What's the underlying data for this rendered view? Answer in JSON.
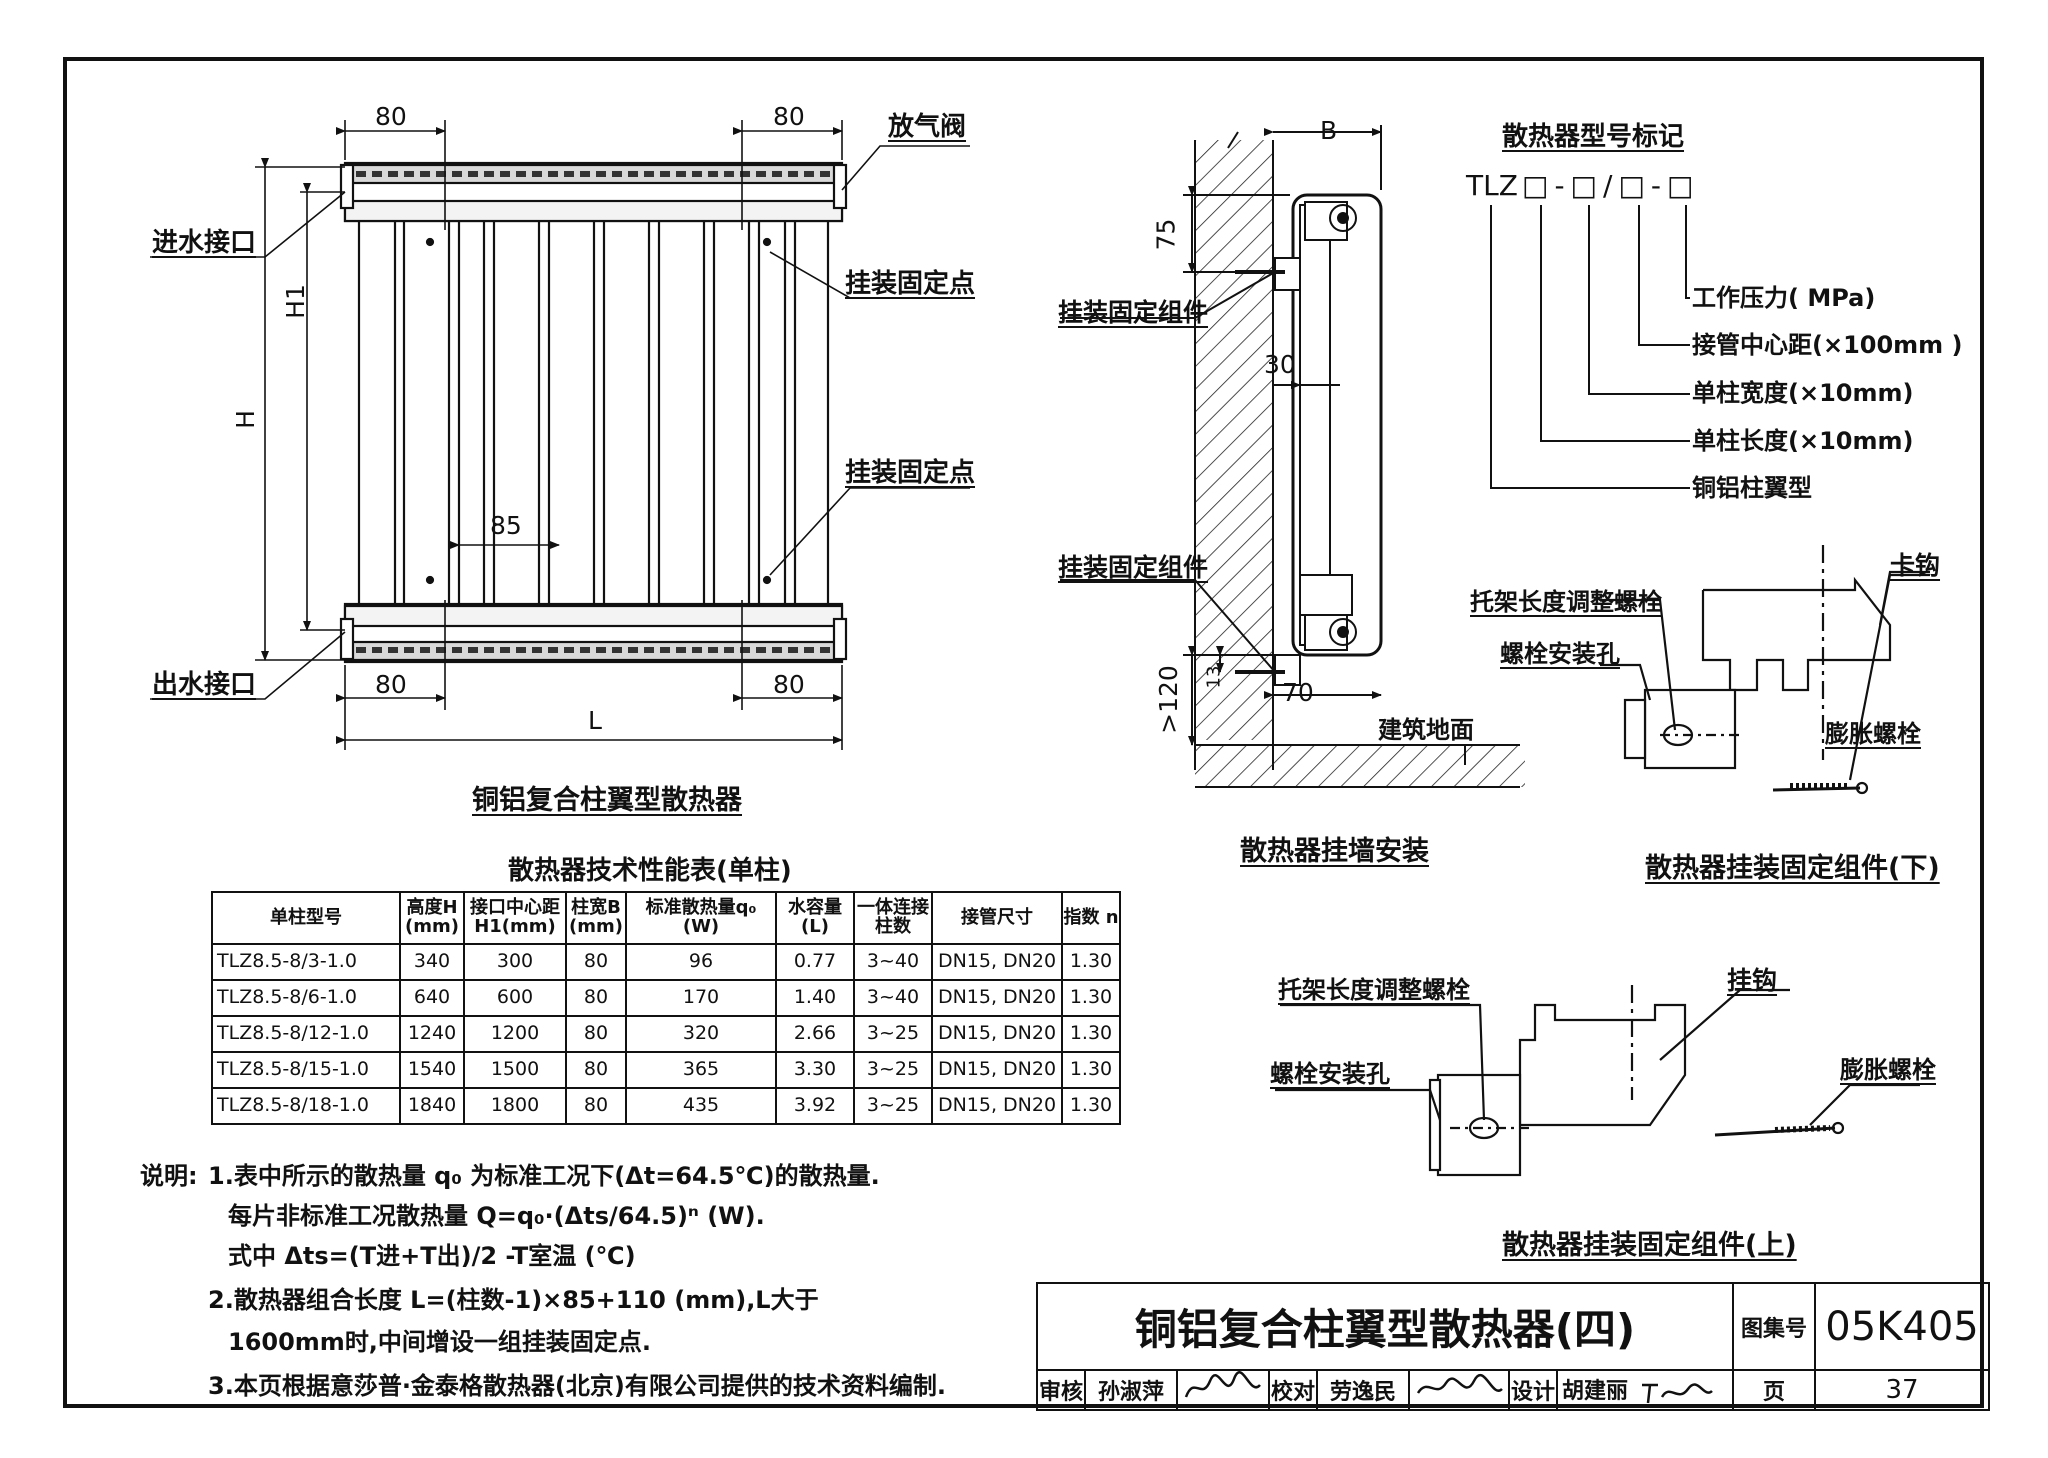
{
  "radiator_front": {
    "dim_top_left": "80",
    "dim_top_right": "80",
    "dim_bottom_left": "80",
    "dim_bottom_right": "80",
    "dim_pitch": "85",
    "dim_H1": "H1",
    "dim_H": "H",
    "dim_L": "L",
    "label_air_valve": "放气阀",
    "label_inlet": "进水接口",
    "label_outlet": "出水接口",
    "label_mount_point_upper": "挂装固定点",
    "label_mount_point_lower": "挂装固定点",
    "caption": "铜铝复合柱翼型散热器"
  },
  "wall_install": {
    "dim_B": "B",
    "dim_75": "75",
    "dim_30": "30",
    "dim_70": "70",
    "dim_13": "13",
    "dim_120": ">120",
    "label_mount_assembly_upper": "挂装固定组件",
    "label_mount_assembly_lower": "挂装固定组件",
    "label_floor": "建筑地面",
    "caption": "散热器挂墙安装"
  },
  "model_code": {
    "title": "散热器型号标记",
    "prefix": "TLZ",
    "placeholder": "□-□/□-□",
    "items": [
      "工作压力( MPa)",
      "接管中心距(×100mm )",
      "单柱宽度(×10mm)",
      "单柱长度(×10mm)",
      "铜铝柱翼型"
    ]
  },
  "bracket_lower": {
    "label_hook": "卡钩",
    "label_adjust_bolt": "托架长度调整螺栓",
    "label_bolt_hole": "螺栓安装孔",
    "label_expansion_bolt": "膨胀螺栓",
    "caption": "散热器挂装固定组件(下)"
  },
  "bracket_upper": {
    "label_adjust_bolt": "托架长度调整螺栓",
    "label_hook": "挂钩",
    "label_bolt_hole": "螺栓安装孔",
    "label_expansion_bolt": "膨胀螺栓",
    "caption": "散热器挂装固定组件(上)"
  },
  "spec_table": {
    "title": "散热器技术性能表(单柱)",
    "headers": [
      "单柱型号",
      "高度H (mm)",
      "接口中心距 H1(mm)",
      "柱宽B (mm)",
      "标准散热量q₀ (W)",
      "水容量 (L)",
      "一体连接 柱数",
      "接管尺寸",
      "指数 n"
    ],
    "rows": [
      [
        "TLZ8.5-8/3-1.0",
        "340",
        "300",
        "80",
        "96",
        "0.77",
        "3~40",
        "DN15, DN20",
        "1.30"
      ],
      [
        "TLZ8.5-8/6-1.0",
        "640",
        "600",
        "80",
        "170",
        "1.40",
        "3~40",
        "DN15, DN20",
        "1.30"
      ],
      [
        "TLZ8.5-8/12-1.0",
        "1240",
        "1200",
        "80",
        "320",
        "2.66",
        "3~25",
        "DN15, DN20",
        "1.30"
      ],
      [
        "TLZ8.5-8/15-1.0",
        "1540",
        "1500",
        "80",
        "365",
        "3.30",
        "3~25",
        "DN15, DN20",
        "1.30"
      ],
      [
        "TLZ8.5-8/18-1.0",
        "1840",
        "1800",
        "80",
        "435",
        "3.92",
        "3~25",
        "DN15, DN20",
        "1.30"
      ]
    ]
  },
  "notes": {
    "heading": "说明:",
    "line1": "1.表中所示的散热量 q₀ 为标准工况下(Δt=64.5℃)的散热量.",
    "line2": "每片非标准工况散热量 Q=q₀·(Δts/64.5)ⁿ (W).",
    "line3": "式中 Δts=(T进+T出)/2 -T室温 (℃)",
    "line4": "2.散热器组合长度 L=(柱数-1)×85+110 (mm),L大于",
    "line5": "1600mm时,中间增设一组挂装固定点.",
    "line6": "3.本页根据意莎普·金泰格散热器(北京)有限公司提供的技术资料编制."
  },
  "title_block": {
    "title": "铜铝复合柱翼型散热器(四)",
    "atlas_label": "图集号",
    "atlas_no": "05K405",
    "review_label": "审核",
    "reviewer": "孙淑萍",
    "check_label": "校对",
    "checker": "劳逸民",
    "design_label": "设计",
    "designer": "胡建丽",
    "page_label": "页",
    "page_no": "37"
  }
}
